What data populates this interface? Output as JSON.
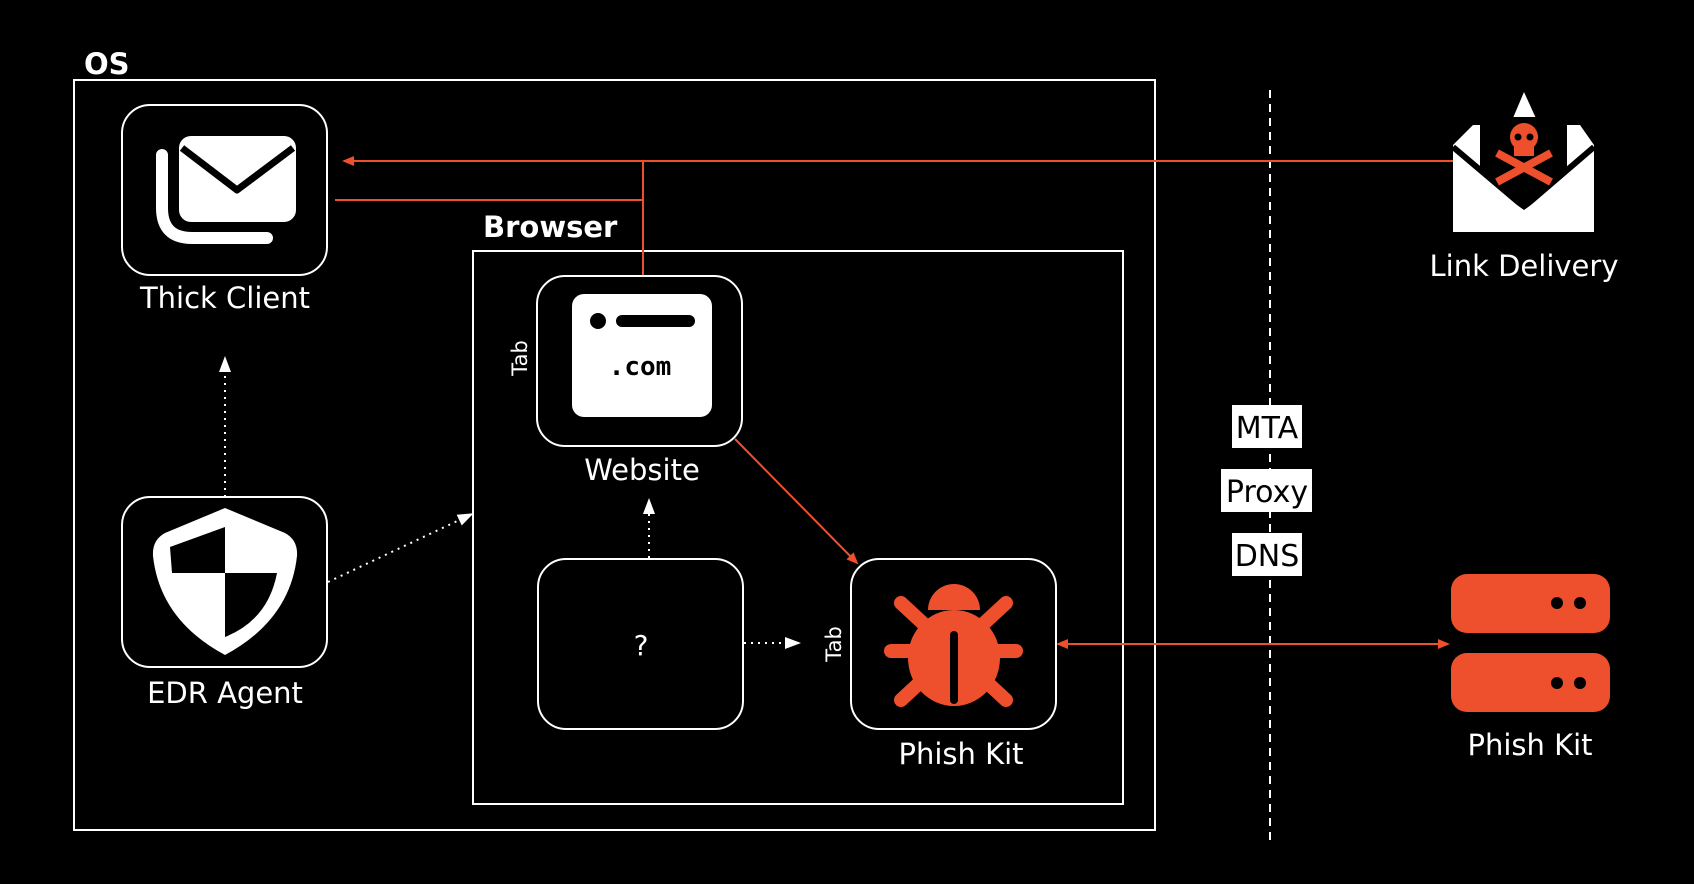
{
  "colors": {
    "background": "#000000",
    "foreground": "#ffffff",
    "accent": "#ee4f2c"
  },
  "containers": {
    "os": {
      "label": "OS"
    },
    "browser": {
      "label": "Browser"
    }
  },
  "nodes": {
    "thick_client": {
      "label": "Thick Client",
      "icon": "mail-stack-icon"
    },
    "edr_agent": {
      "label": "EDR Agent",
      "icon": "shield-icon"
    },
    "website": {
      "label": "Website",
      "icon": "browser-window-icon",
      "icon_text": ".com",
      "tab_label": "Tab"
    },
    "unknown": {
      "label": "?"
    },
    "phish_kit_tab": {
      "label": "Phish Kit",
      "icon": "bug-icon",
      "tab_label": "Tab"
    },
    "link_delivery": {
      "label": "Link Delivery",
      "icon": "malicious-envelope-icon"
    },
    "phish_kit_server": {
      "label": "Phish Kit",
      "icon": "server-icon"
    }
  },
  "network_boundary": {
    "labels": [
      "MTA",
      "Proxy",
      "DNS"
    ]
  },
  "edges": [
    {
      "from": "link_delivery",
      "to": "thick_client",
      "style": "solid",
      "color": "accent"
    },
    {
      "from": "thick_client",
      "to": "website",
      "style": "solid",
      "color": "accent"
    },
    {
      "from": "link_delivery",
      "to": "website",
      "style": "solid",
      "color": "accent"
    },
    {
      "from": "website",
      "to": "phish_kit_tab",
      "style": "solid",
      "color": "accent"
    },
    {
      "from": "phish_kit_tab",
      "to": "phish_kit_server",
      "style": "solid",
      "color": "accent",
      "bidirectional": true
    },
    {
      "from": "edr_agent",
      "to": "thick_client",
      "style": "dotted",
      "color": "foreground"
    },
    {
      "from": "edr_agent",
      "to": "browser",
      "style": "dotted",
      "color": "foreground"
    },
    {
      "from": "unknown",
      "to": "website",
      "style": "dotted",
      "color": "foreground"
    },
    {
      "from": "unknown",
      "to": "phish_kit_tab",
      "style": "dotted",
      "color": "foreground"
    }
  ]
}
